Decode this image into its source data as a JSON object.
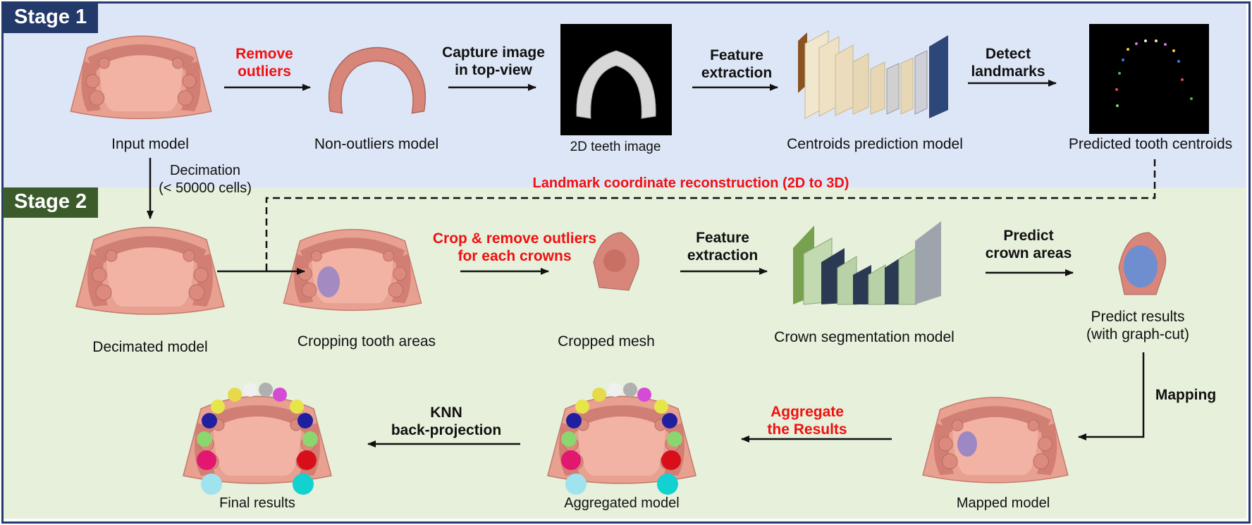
{
  "stage1": {
    "title": "Stage 1",
    "labels": {
      "input_model": "Input model",
      "non_outliers_model": "Non-outliers model",
      "teeth_image": "2D teeth image",
      "centroids_model": "Centroids prediction model",
      "predicted_centroids": "Predicted tooth centroids"
    },
    "arrows": {
      "remove_outliers": [
        "Remove",
        "outliers"
      ],
      "capture": [
        "Capture image",
        "in top-view"
      ],
      "feature": [
        "Feature",
        "extraction"
      ],
      "detect": [
        "Detect",
        "landmarks"
      ]
    }
  },
  "stage2": {
    "title": "Stage 2",
    "decimation": [
      "Decimation",
      "(< 50000 cells)"
    ],
    "reconstruction": "Landmark coordinate reconstruction (2D to 3D)",
    "labels": {
      "decimated": "Decimated model",
      "cropping": "Cropping tooth areas",
      "cropped": "Cropped mesh",
      "crown_seg": "Crown segmentation model",
      "predict_results": [
        "Predict results",
        "(with graph-cut)"
      ],
      "mapped": "Mapped model",
      "aggregated": "Aggregated model",
      "final": "Final results"
    },
    "arrows": {
      "crop": [
        "Crop & remove outliers",
        "for each crowns"
      ],
      "feature": [
        "Feature",
        "extraction"
      ],
      "predict": [
        "Predict",
        "crown areas"
      ],
      "mapping": "Mapping",
      "aggregate": [
        "Aggregate",
        "the Results"
      ],
      "knn": [
        "KNN",
        "back-projection"
      ]
    }
  },
  "colors": {
    "stage1_bg": "#dde6f6",
    "stage2_bg": "#e6f0db",
    "badge_bg": "#22396a",
    "stage2_badge_bg": "#3b5b2b",
    "highlight_red": "#f01010",
    "gum": "#e59a8a",
    "tooth": "#d8857a"
  }
}
